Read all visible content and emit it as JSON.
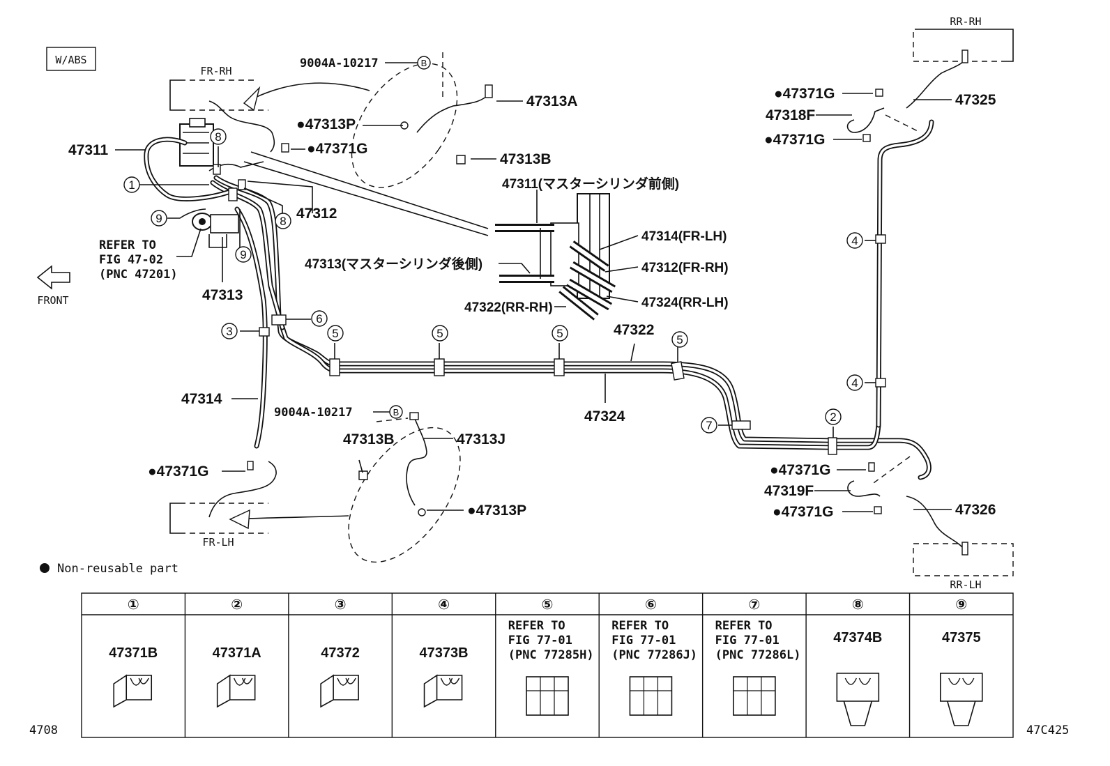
{
  "variant_box": "W/ABS",
  "front_label": "FRONT",
  "figure_code_left": "4708",
  "figure_code_right": "47C425",
  "legend": {
    "bullet": "●",
    "text": "Non-reusable part"
  },
  "wheels": {
    "fr_rh": "FR-RH",
    "fr_lh": "FR-LH",
    "rr_rh": "RR-RH",
    "rr_lh": "RR-LH"
  },
  "refer_note": {
    "line1": "REFER TO",
    "line2": "FIG 47-02",
    "line3": "(PNC 47201)"
  },
  "callout_letter": "B",
  "parts": {
    "p47311": "47311",
    "p47312": "47312",
    "p47313": "47313",
    "p47314": "47314",
    "p47322": "47322",
    "p47324": "47324",
    "p47313A": "47313A",
    "p47313B_top": "47313B",
    "p47313P_top": "●47313P",
    "p47371G_top": "●47371G",
    "bolt_top": "9004A-10217",
    "bolt_bottom": "9004A-10217",
    "p47313B_bot": "47313B",
    "p47313J": "47313J",
    "p47313P_bot": "●47313P",
    "p47371G_bot": "●47371G",
    "p47371G_rr1": "●47371G",
    "p47318F": "47318F",
    "p47371G_rr2": "●47371G",
    "p47325": "47325",
    "p47371G_rr3": "●47371G",
    "p47319F": "47319F",
    "p47371G_rr4": "●47371G",
    "p47326": "47326"
  },
  "detail": {
    "d47311": "47311(マスターシリンダ前側)",
    "d47313": "47313(マスターシリンダ後側)",
    "d47314": "47314(FR-LH)",
    "d47312": "47312(FR-RH)",
    "d47324": "47324(RR-LH)",
    "d47322": "47322(RR-RH)"
  },
  "callouts": {
    "c1": "1",
    "c2": "2",
    "c3": "3",
    "c4a": "4",
    "c4b": "4",
    "c5a": "5",
    "c5b": "5",
    "c5c": "5",
    "c5d": "5",
    "c6": "6",
    "c7": "7",
    "c8a": "8",
    "c8b": "8",
    "c9a": "9",
    "c9b": "9"
  },
  "table": {
    "headers": [
      "①",
      "②",
      "③",
      "④",
      "⑤",
      "⑥",
      "⑦",
      "⑧",
      "⑨"
    ],
    "cells": [
      {
        "part": "47371B",
        "refer": []
      },
      {
        "part": "47371A",
        "refer": []
      },
      {
        "part": "47372",
        "refer": []
      },
      {
        "part": "47373B",
        "refer": []
      },
      {
        "part": "",
        "refer": [
          "REFER TO",
          "FIG 77-01",
          "(PNC 77285H)"
        ]
      },
      {
        "part": "",
        "refer": [
          "REFER TO",
          "FIG 77-01",
          "(PNC 77286J)"
        ]
      },
      {
        "part": "",
        "refer": [
          "REFER TO",
          "FIG 77-01",
          "(PNC 77286L)"
        ]
      },
      {
        "part": "47374B",
        "refer": []
      },
      {
        "part": "47375",
        "refer": []
      }
    ]
  }
}
